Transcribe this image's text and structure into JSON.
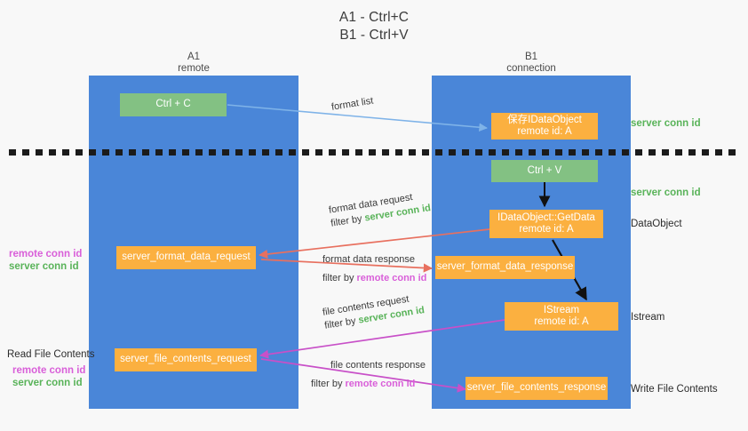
{
  "title": {
    "line1": "A1 - Ctrl+C",
    "line2": "B1 - Ctrl+V"
  },
  "colors": {
    "lane": "#4a86d8",
    "node_green": "#83c183",
    "node_orange": "#fbb040",
    "server_conn_id": "#59b359",
    "remote_conn_id": "#d95fd9",
    "arrow_blue": "#7fb3e8",
    "arrow_red": "#e8705f",
    "arrow_pink": "#c850c8",
    "arrow_black": "#111111",
    "background": "#f8f8f8"
  },
  "columns": [
    {
      "name": "A1",
      "sub": "remote"
    },
    {
      "name": "B1",
      "sub": "connection"
    }
  ],
  "nodes": {
    "ctrl_c": {
      "line1": "Ctrl + C",
      "line2": ""
    },
    "save_dataobject": {
      "line1": "保存IDataObject",
      "line2": "remote id: A"
    },
    "ctrl_v": {
      "line1": "Ctrl + V",
      "line2": ""
    },
    "getdata": {
      "line1": "IDataObject::GetData",
      "line2": "remote id: A"
    },
    "format_data_request": {
      "line1": "server_format_data_request",
      "line2": ""
    },
    "format_data_response": {
      "line1": "server_format_data_response",
      "line2": ""
    },
    "istream": {
      "line1": "IStream",
      "line2": "remote id: A"
    },
    "file_contents_request": {
      "line1": "server_file_contents_request",
      "line2": ""
    },
    "file_contents_response": {
      "line1": "server_file_contents_response",
      "line2": ""
    }
  },
  "right_labels": {
    "server_conn_id_top": "server conn id",
    "server_conn_id_mid": "server conn id",
    "dataobject": "DataObject",
    "istream": "Istream",
    "write_file_contents": "Write File Contents"
  },
  "left_labels": {
    "remote_conn_id_1": "remote conn id",
    "server_conn_id_1": "server conn id",
    "read_file_contents": "Read File Contents",
    "remote_conn_id_2": "remote conn id",
    "server_conn_id_2": "server conn id"
  },
  "edges": {
    "format_list": {
      "text": "format list"
    },
    "format_data_request": {
      "line1": "format data request",
      "line2_prefix": "filter by ",
      "line2_highlight": "server conn id",
      "highlight_kind": "server"
    },
    "format_data_response": {
      "line1": "format data response",
      "line2_prefix": "filter by ",
      "line2_highlight": "remote conn id",
      "highlight_kind": "remote"
    },
    "file_contents_request": {
      "line1": "file contents request",
      "line2_prefix": "filter by ",
      "line2_highlight": "server conn id",
      "highlight_kind": "server"
    },
    "file_contents_response": {
      "line1": "file contents response",
      "line2_prefix": "filter by ",
      "line2_highlight": "remote conn id",
      "highlight_kind": "remote"
    }
  }
}
